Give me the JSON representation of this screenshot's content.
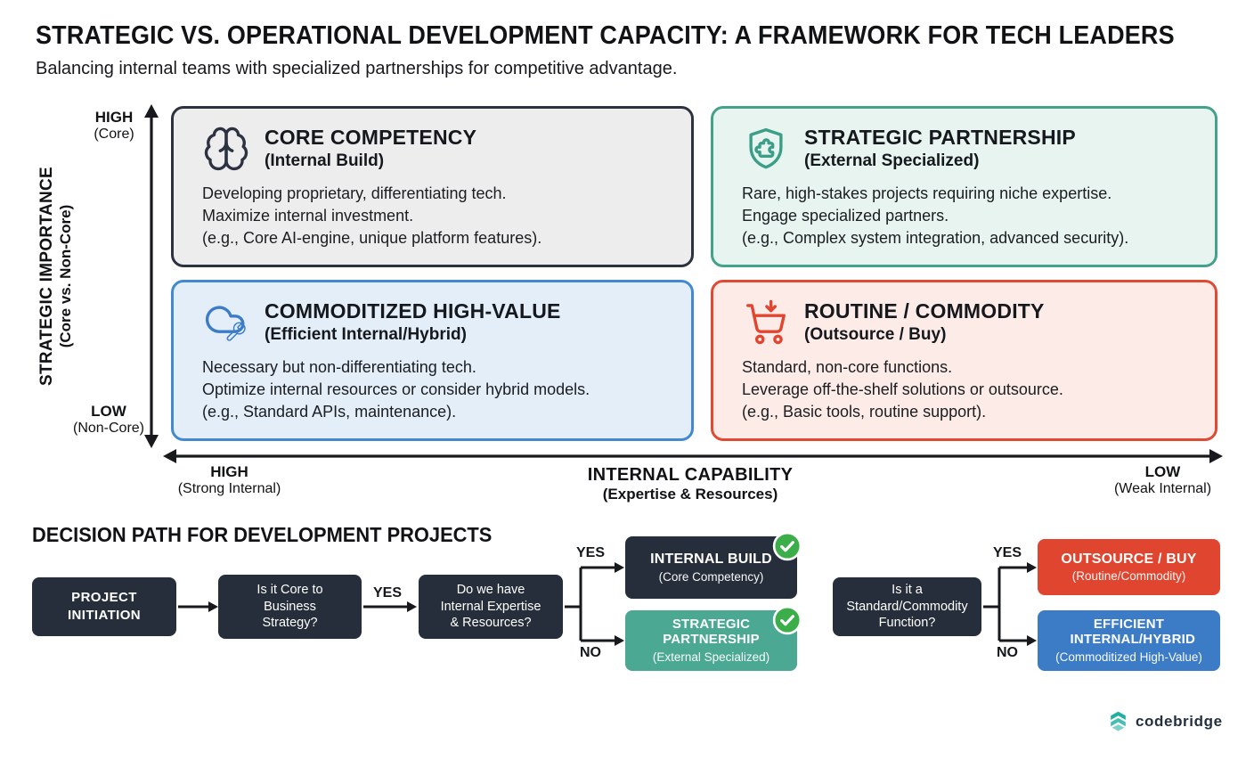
{
  "header": {
    "title": "STRATEGIC VS. OPERATIONAL DEVELOPMENT CAPACITY: A FRAMEWORK FOR TECH LEADERS",
    "subtitle": "Balancing internal teams with specialized partnerships for competitive advantage."
  },
  "colors": {
    "dark_navy": "#272e3b",
    "teal": "#4aa893",
    "blue": "#3c7cc7",
    "red": "#e0452f",
    "green_check": "#3bae49",
    "quad_gray_bg": "#ededed",
    "quad_teal_bg": "#e7f4f0",
    "quad_blue_bg": "#e3eef9",
    "quad_red_bg": "#fcebe7"
  },
  "matrix": {
    "y_axis": {
      "label": "STRATEGIC IMPORTANCE",
      "sublabel": "(Core vs. Non-Core)",
      "top": "HIGH",
      "top_sub": "(Core)",
      "bottom": "LOW",
      "bottom_sub": "(Non-Core)"
    },
    "x_axis": {
      "label": "INTERNAL CAPABILITY",
      "sublabel": "(Expertise & Resources)",
      "left": "HIGH",
      "left_sub": "(Strong Internal)",
      "right": "LOW",
      "right_sub": "(Weak Internal)"
    },
    "quadrants": [
      {
        "icon": "brain-icon",
        "title": "CORE COMPETENCY",
        "subtitle": "(Internal Build)",
        "lines": [
          "Developing proprietary, differentiating tech.",
          "Maximize internal investment.",
          "(e.g., Core AI-engine, unique platform features)."
        ]
      },
      {
        "icon": "puzzle-shield-icon",
        "title": "STRATEGIC PARTNERSHIP",
        "subtitle": "(External Specialized)",
        "lines": [
          "Rare, high-stakes projects requiring niche expertise.",
          "Engage specialized partners.",
          "(e.g., Complex system integration, advanced security)."
        ]
      },
      {
        "icon": "cloud-wrench-icon",
        "title": "COMMODITIZED HIGH-VALUE",
        "subtitle": "(Efficient Internal/Hybrid)",
        "lines": [
          "Necessary but non-differentiating tech.",
          "Optimize internal resources or consider hybrid models.",
          "(e.g., Standard APIs, maintenance)."
        ]
      },
      {
        "icon": "cart-download-icon",
        "title": "ROUTINE / COMMODITY",
        "subtitle": "(Outsource / Buy)",
        "lines": [
          "Standard, non-core functions.",
          "Leverage off-the-shelf solutions or outsource.",
          "(e.g., Basic tools, routine support)."
        ]
      }
    ]
  },
  "decision_path": {
    "heading": "DECISION PATH FOR DEVELOPMENT PROJECTS",
    "start_lines": [
      "PROJECT",
      "INITIATION"
    ],
    "q_core_lines": [
      "Is it Core to",
      "Business",
      "Strategy?"
    ],
    "q_expertise_lines": [
      "Do we have",
      "Internal Expertise",
      "& Resources?"
    ],
    "q_commodity_lines": [
      "Is it a",
      "Standard/Commodity",
      "Function?"
    ],
    "labels": {
      "yes_core": "YES",
      "yes_expertise": "YES",
      "no_expertise": "NO",
      "yes_commodity": "YES",
      "no_commodity": "NO"
    },
    "outcomes": {
      "internal_build": {
        "title": "INTERNAL BUILD",
        "subtitle": "(Core Competency)"
      },
      "strategic_partnership": {
        "title": "STRATEGIC PARTNERSHIP",
        "subtitle": "(External Specialized)"
      },
      "outsource_buy": {
        "title": "OUTSOURCE / BUY",
        "subtitle": "(Routine/Commodity)"
      },
      "efficient_hybrid": {
        "title": "EFFICIENT INTERNAL/HYBRID",
        "subtitle": "(Commoditized High-Value)"
      }
    }
  },
  "logo": {
    "text": "codebridge"
  }
}
